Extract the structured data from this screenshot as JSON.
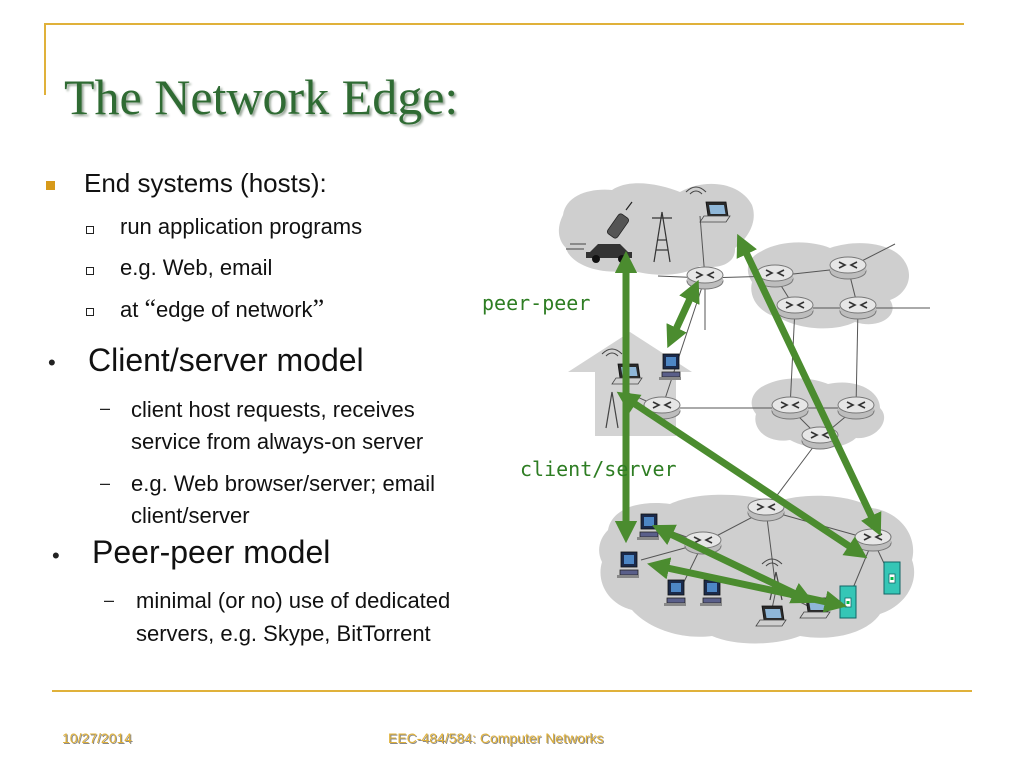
{
  "slide": {
    "title": "The Network Edge:",
    "bullets": {
      "end_systems": "End systems (hosts):",
      "run_apps": "run application programs",
      "eg_web": "e.g. Web, email",
      "at_prefix": "at ",
      "open_quote": "“",
      "edge_text": "edge of network",
      "close_quote": "”",
      "client_server_model": "Client/server model",
      "cs_sub1_line1": "client host requests, receives",
      "cs_sub1_line2": "service from always-on server",
      "cs_sub2_line1": "e.g. Web browser/server; email",
      "cs_sub2_line2": "client/server",
      "peer_model": "Peer-peer model",
      "pp_sub1_line1": "minimal (or no) use of dedicated",
      "pp_sub1_line2": "servers, e.g. Skype,  BitTorrent"
    },
    "diagram": {
      "label_peer": "peer-peer",
      "label_client": "client/server"
    },
    "footer": {
      "date": "10/27/2014",
      "course": "EEC-484/584: Computer Networks"
    },
    "colors": {
      "title": "#2f6b33",
      "accent_gold": "#e0b13a",
      "arrow_green": "#4b8c2f",
      "cloud_gray": "#cfcfcf"
    }
  }
}
